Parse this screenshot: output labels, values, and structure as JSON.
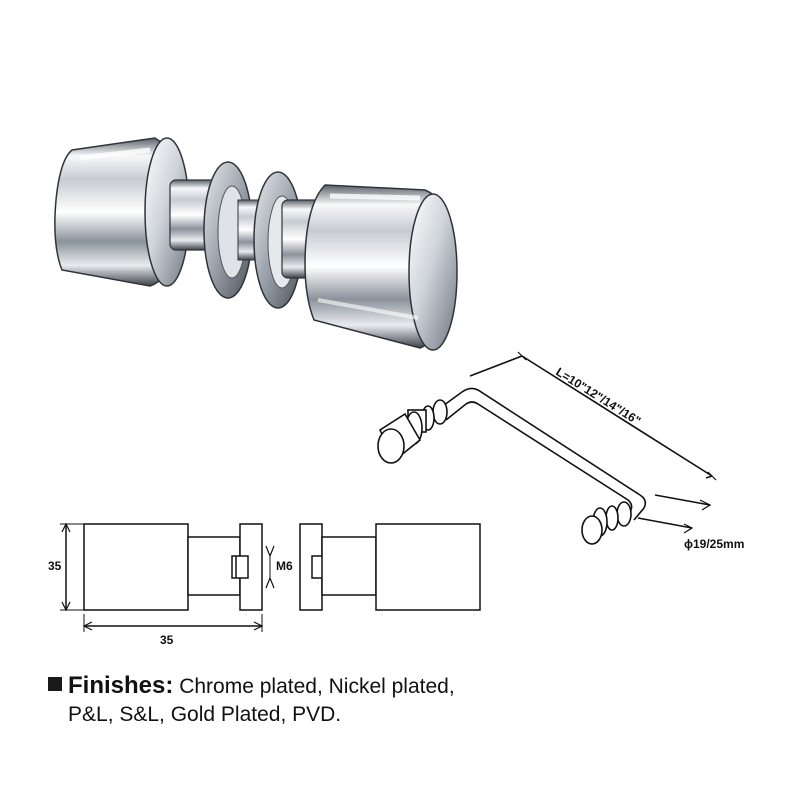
{
  "dimension_labels": {
    "length": "L=10\"12\"/14\"/16\"",
    "diameter": "ϕ19/25mm",
    "height": "35",
    "width": "35",
    "thread": "M6"
  },
  "finishes": {
    "label": "Finishes:",
    "line1": "Chrome plated, Nickel plated,",
    "line2": "P&L, S&L, Gold Plated, PVD."
  },
  "colors": {
    "chrome_dark": "#3a3f46",
    "chrome_mid": "#9aa1aa",
    "chrome_light": "#f4f6f8",
    "line": "#111111"
  }
}
